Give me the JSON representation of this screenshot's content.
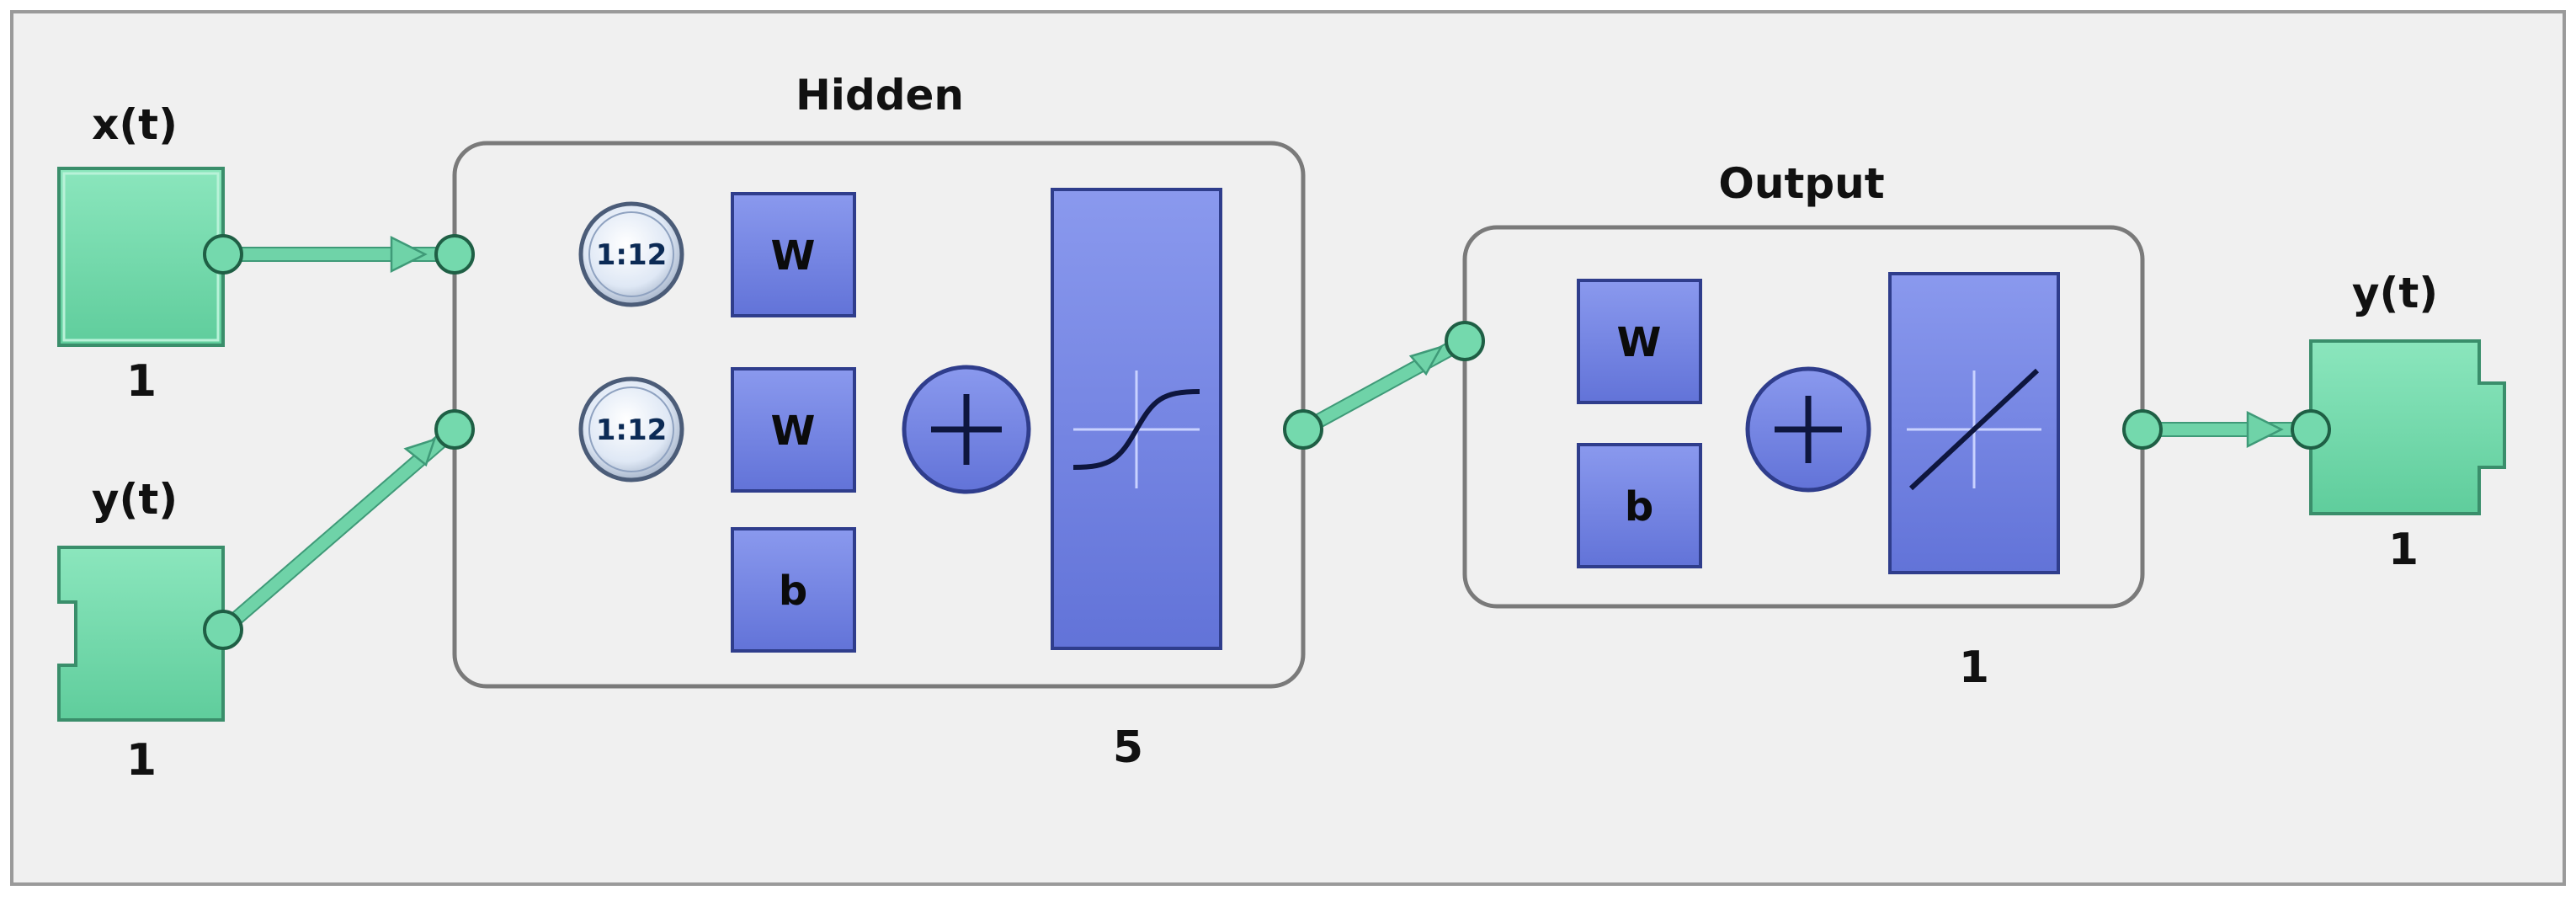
{
  "inputs": [
    {
      "label": "x(t)",
      "size": "1"
    },
    {
      "label": "y(t)",
      "size": "1"
    }
  ],
  "hidden": {
    "title": "Hidden",
    "size": "5",
    "delay": "1:12",
    "weight_label": "W",
    "bias_label": "b",
    "transfer": "tansig"
  },
  "output_layer": {
    "title": "Output",
    "size": "1",
    "weight_label": "W",
    "bias_label": "b",
    "transfer": "purelin"
  },
  "output": {
    "label": "y(t)",
    "size": "1"
  },
  "colors": {
    "io_block": "#74d9ad",
    "weight_block": "#7384e0",
    "wire": "#6fd3a8",
    "layer_border": "#7a7a7a",
    "background": "#f0f0f0"
  }
}
